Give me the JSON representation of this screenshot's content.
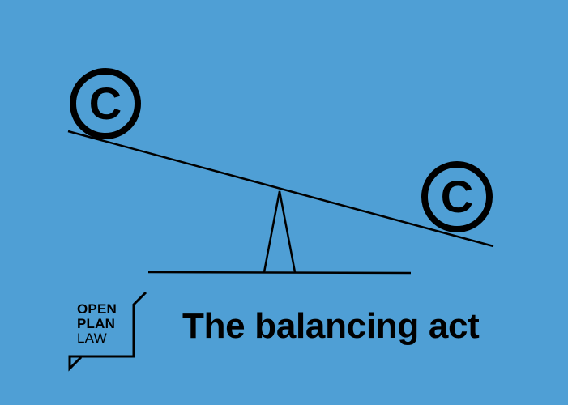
{
  "colors": {
    "background": "#4f9fd5",
    "ink": "#000000"
  },
  "icons": [
    "copyright-icon",
    "copyright-icon"
  ],
  "copyright_symbol": "©",
  "logo": {
    "line1": "OPEN",
    "line2": "PLAN",
    "line3": "LAW"
  },
  "headline": "The balancing act"
}
